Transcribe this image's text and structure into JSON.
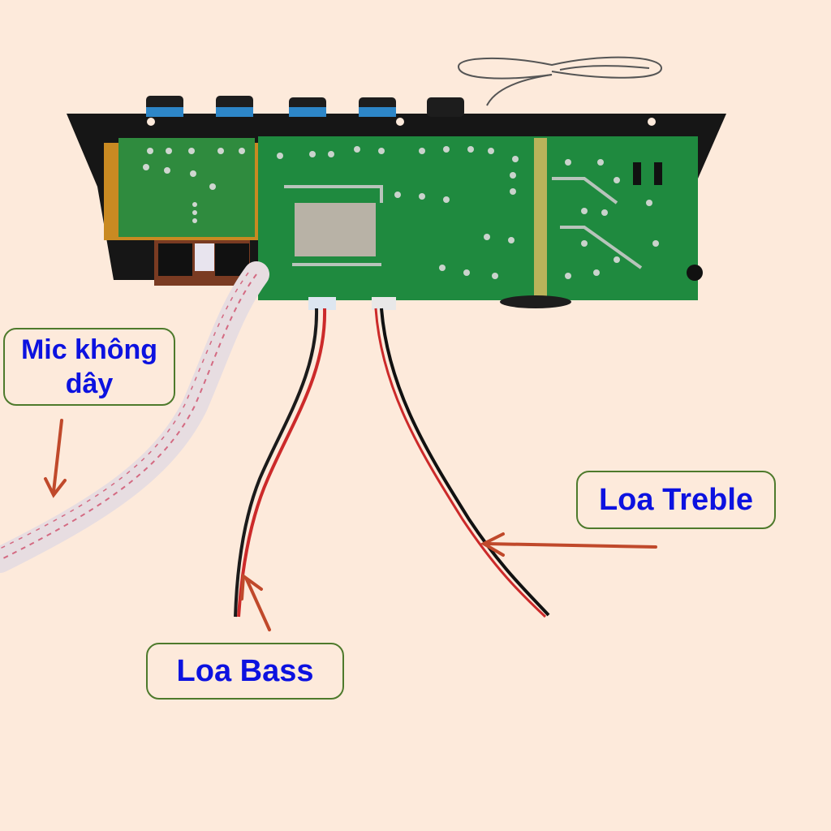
{
  "labels": {
    "mic": "Mic không dây",
    "treble": "Loa Treble",
    "bass": "Loa Bass"
  },
  "colors": {
    "background": "#fdeadb",
    "label_text": "#0c12e0",
    "label_border": "#4e7a2c",
    "arrow": "#c0492b",
    "pcb_green": "#1f8a3f",
    "bracket": "#1a1a1a"
  }
}
